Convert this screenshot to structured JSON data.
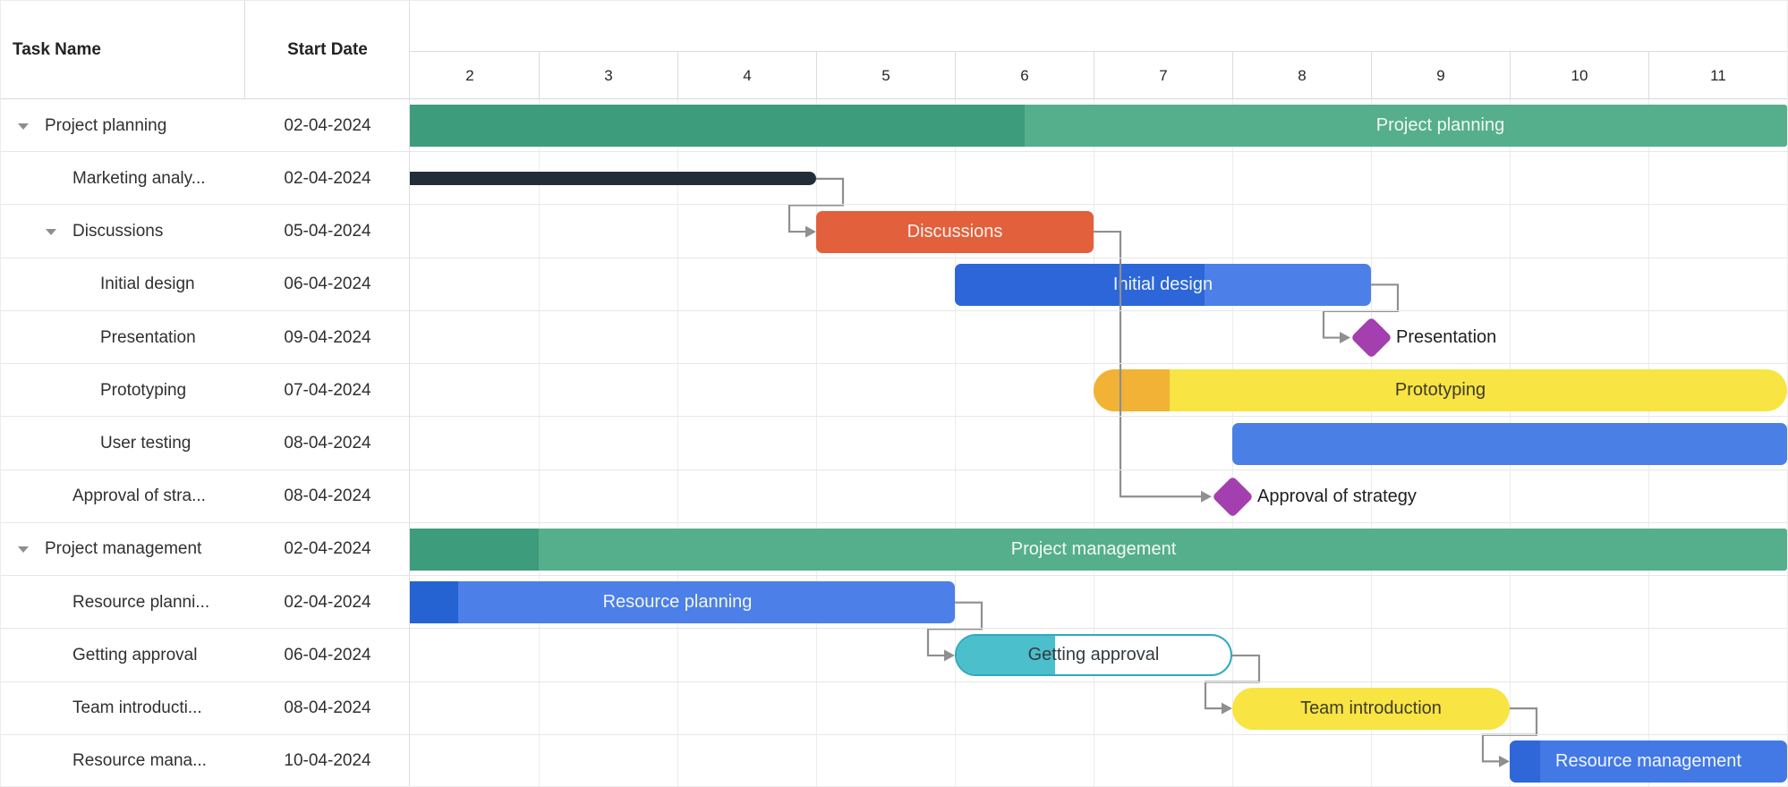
{
  "header": {
    "task_name": "Task Name",
    "start_date": "Start Date"
  },
  "timeline_days": [
    "2",
    "3",
    "4",
    "5",
    "6",
    "7",
    "8",
    "9",
    "10",
    "11"
  ],
  "chart_data": {
    "type": "gantt",
    "title": "",
    "x_axis_days": [
      2,
      3,
      4,
      5,
      6,
      7,
      8,
      9,
      10,
      11
    ],
    "day_range": [
      2,
      12
    ],
    "tasks": [
      {
        "name": "Project planning",
        "date": "02-04-2024",
        "level": 0,
        "caret": true,
        "bar": {
          "kind": "summary",
          "from": 2,
          "to": 12,
          "fill": "#55AF8D",
          "progress_fill": "#3D9C7C",
          "progress_to": 6.5,
          "label": "Project planning",
          "label_color": "#F2F8F4",
          "label_at": 9.5
        }
      },
      {
        "name": "Marketing analy...",
        "date": "02-04-2024",
        "level": 1,
        "caret": false,
        "bar": {
          "kind": "thin",
          "from": 2,
          "to": 5,
          "fill": "#232C39"
        }
      },
      {
        "name": "Discussions",
        "date": "05-04-2024",
        "level": 1,
        "caret": true,
        "bar": {
          "kind": "bar",
          "from": 5,
          "to": 7,
          "fill": "#E2603C",
          "label": "Discussions",
          "label_color": "#FBF3F0"
        }
      },
      {
        "name": "Initial design",
        "date": "06-04-2024",
        "level": 2,
        "caret": false,
        "bar": {
          "kind": "bar",
          "from": 6,
          "to": 9,
          "fill": "#4C7FE8",
          "progress_fill": "#2C66D9",
          "progress_to": 7.8,
          "label": "Initial design",
          "label_color": "#F0F5FD"
        }
      },
      {
        "name": "Presentation",
        "date": "09-04-2024",
        "level": 2,
        "caret": false,
        "bar": {
          "kind": "milestone",
          "at": 9,
          "fill": "#A33FAE",
          "label": "Presentation",
          "label_color": "#1F1F1F"
        }
      },
      {
        "name": "Prototyping",
        "date": "07-04-2024",
        "level": 2,
        "caret": false,
        "bar": {
          "kind": "pill",
          "from": 7,
          "to": 12,
          "fill": "#F8E443",
          "progress_fill": "#F2B236",
          "progress_to": 7.55,
          "label": "Prototyping",
          "label_color": "#3E3C2B"
        }
      },
      {
        "name": "User testing",
        "date": "08-04-2024",
        "level": 2,
        "caret": false,
        "bar": {
          "kind": "bar",
          "from": 8,
          "to": 12,
          "fill": "#4A7FE5"
        }
      },
      {
        "name": "Approval of stra...",
        "date": "08-04-2024",
        "level": 1,
        "caret": false,
        "bar": {
          "kind": "milestone",
          "at": 8,
          "fill": "#A33FAE",
          "label": "Approval of strategy",
          "label_color": "#1F1F1F"
        }
      },
      {
        "name": "Project management",
        "date": "02-04-2024",
        "level": 0,
        "caret": true,
        "bar": {
          "kind": "summary",
          "from": 2,
          "to": 12,
          "fill": "#55AF8D",
          "progress_fill": "#3D9C7C",
          "progress_to": 3,
          "label": "Project management",
          "label_color": "#F2F8F4"
        }
      },
      {
        "name": "Resource planni...",
        "date": "02-04-2024",
        "level": 1,
        "caret": false,
        "bar": {
          "kind": "bar",
          "from": 2,
          "to": 6,
          "fill": "#4C7FE8",
          "progress_fill": "#2563D2",
          "progress_to": 2.42,
          "label": "Resource planning",
          "label_color": "#F0F5FD"
        }
      },
      {
        "name": "Getting approval",
        "date": "06-04-2024",
        "level": 1,
        "caret": false,
        "bar": {
          "kind": "outline-pill",
          "from": 6,
          "to": 8,
          "fill": "#FFFFFF",
          "border": "#2EA9BD",
          "progress_fill": "#4BBFCB",
          "progress_to": 6.72,
          "label": "Getting approval",
          "label_color": "#333B40"
        }
      },
      {
        "name": "Team introducti...",
        "date": "08-04-2024",
        "level": 1,
        "caret": false,
        "bar": {
          "kind": "pill",
          "from": 8,
          "to": 10,
          "fill": "#F8E443",
          "label": "Team introduction",
          "label_color": "#3E3C2B"
        }
      },
      {
        "name": "Resource mana...",
        "date": "10-04-2024",
        "level": 1,
        "caret": false,
        "bar": {
          "kind": "bar",
          "from": 10,
          "to": 12,
          "fill": "#4379E5",
          "progress_fill": "#2F66D8",
          "progress_to": 10.22,
          "label": "Resource management",
          "label_color": "#F0F5FD"
        }
      }
    ],
    "dependencies": [
      {
        "from": 2,
        "to": 3
      },
      {
        "from": 4,
        "to": 5
      },
      {
        "from": 3,
        "to": 8
      },
      {
        "from": 10,
        "to": 11
      },
      {
        "from": 11,
        "to": 12
      },
      {
        "from": 12,
        "to": 13
      }
    ],
    "colors": {
      "connector": "#8F8F8F",
      "grid_body": "#ECECEC",
      "grid_header": "#DCDCDC",
      "row_line": "#E7E7E7",
      "header_bottom": "#D8D8D8",
      "pane_divider": "#DEDEDE"
    }
  }
}
